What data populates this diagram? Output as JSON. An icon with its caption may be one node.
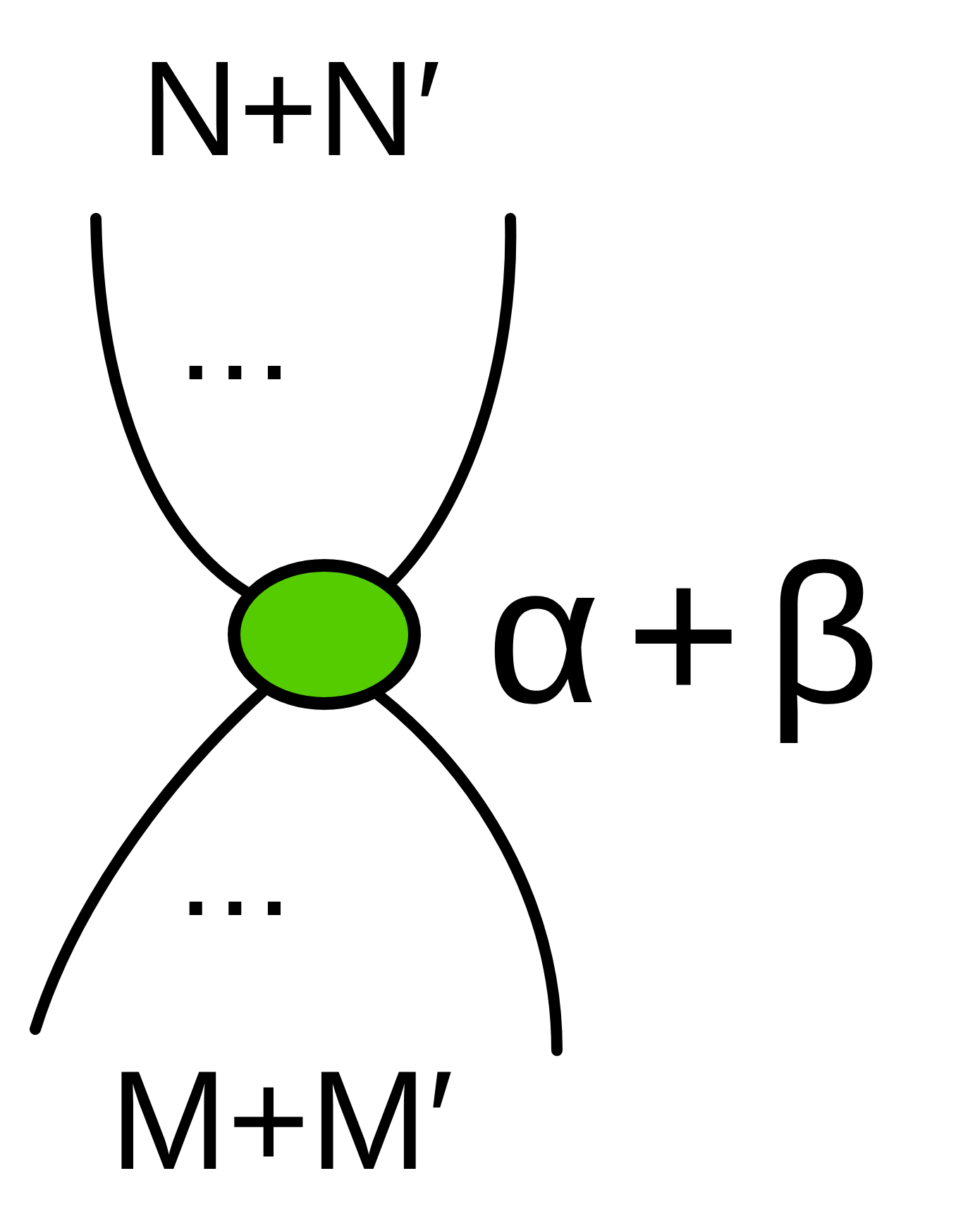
{
  "diagram": {
    "nodes": [
      {
        "text": [
          "N+N′"
        ]
      },
      {
        "text": [],
        "shape": "circle",
        "beside": [
          "α+β"
        ]
      },
      {
        "text": [
          "M+M′"
        ]
      }
    ],
    "edges": [
      {
        "from": 1,
        "to": null,
        "arrow": "none"
      },
      {
        "from": 1,
        "to": null,
        "arrow": "none"
      },
      {
        "from": 1,
        "to": null,
        "arrow": "none"
      },
      {
        "from": 1,
        "to": null,
        "arrow": "none"
      }
    ],
    "labels": [
      "...",
      "..."
    ]
  }
}
